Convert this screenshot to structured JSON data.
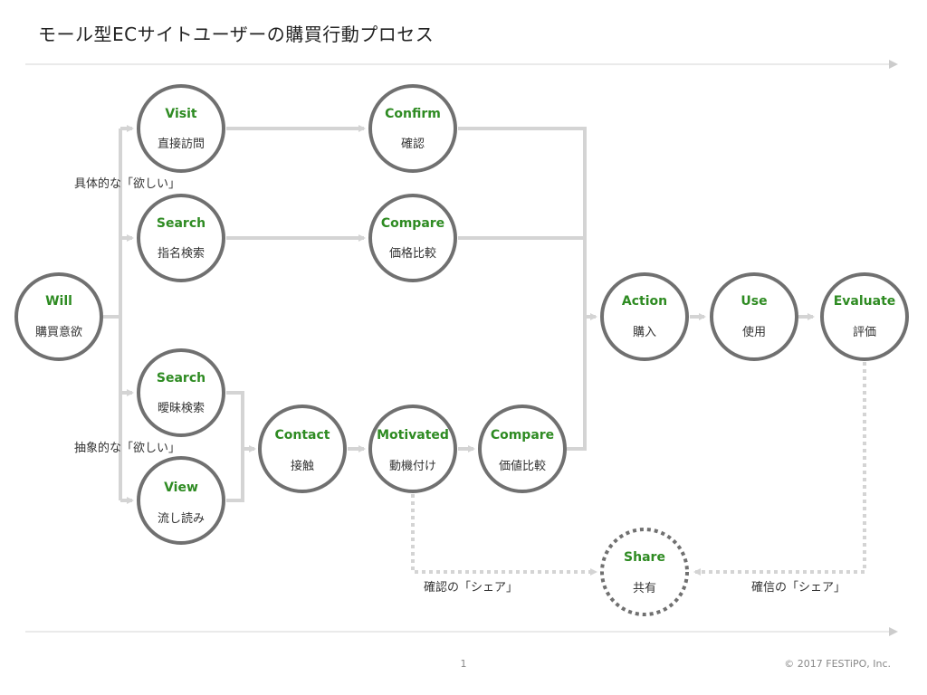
{
  "title": "モール型ECサイトユーザーの購買行動プロセス",
  "nodes": {
    "will": {
      "title": "Will",
      "sub": "購買意欲"
    },
    "visit": {
      "title": "Visit",
      "sub": "直接訪問"
    },
    "search1": {
      "title": "Search",
      "sub": "指名検索"
    },
    "confirm": {
      "title": "Confirm",
      "sub": "確認"
    },
    "compare1": {
      "title": "Compare",
      "sub": "価格比較"
    },
    "search2": {
      "title": "Search",
      "sub": "曖昧検索"
    },
    "view": {
      "title": "View",
      "sub": "流し読み"
    },
    "contact": {
      "title": "Contact",
      "sub": "接触"
    },
    "motivated": {
      "title": "Motivated",
      "sub": "動機付け"
    },
    "compare2": {
      "title": "Compare",
      "sub": "価値比較"
    },
    "action": {
      "title": "Action",
      "sub": "購入"
    },
    "use": {
      "title": "Use",
      "sub": "使用"
    },
    "evaluate": {
      "title": "Evaluate",
      "sub": "評価"
    },
    "share": {
      "title": "Share",
      "sub": "共有"
    }
  },
  "labels": {
    "concrete_want": "具体的な「欲しい」",
    "abstract_want": "抽象的な「欲しい」",
    "confirm_share": "確認の「シェア」",
    "conviction_share": "確信の「シェア」"
  },
  "footer": {
    "page": "1",
    "copyright": "© 2017 FESTiPO, Inc."
  },
  "colors": {
    "accent": "#2e8b22",
    "node_border": "#6f6f6f",
    "connector": "#d4d4d4"
  }
}
